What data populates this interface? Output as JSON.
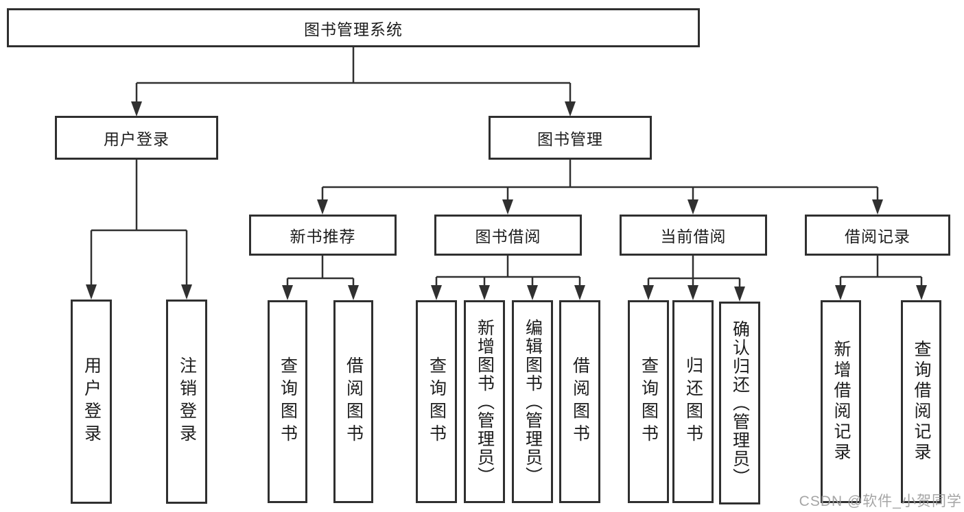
{
  "colors": {
    "background": "#ffffff",
    "line": "#303030",
    "box_border": "#2f2f2f",
    "text": "#1c1c1c",
    "watermark": "#9c9c9c"
  },
  "watermark": {
    "text": "CSDN @软件_小贺同学"
  },
  "tree": {
    "root": {
      "label": "图书管理系统",
      "children": [
        {
          "label": "用户登录",
          "children": [
            {
              "label": "用户登录"
            },
            {
              "label": "注销登录"
            }
          ]
        },
        {
          "label": "图书管理",
          "children": [
            {
              "label": "新书推荐",
              "children": [
                {
                  "label": "查询图书"
                },
                {
                  "label": "借阅图书"
                }
              ]
            },
            {
              "label": "图书借阅",
              "children": [
                {
                  "label": "查询图书"
                },
                {
                  "label": "新增图书（管理员）"
                },
                {
                  "label": "编辑图书（管理员）"
                },
                {
                  "label": "借阅图书"
                }
              ]
            },
            {
              "label": "当前借阅",
              "children": [
                {
                  "label": "查询图书"
                },
                {
                  "label": "归还图书"
                },
                {
                  "label": "确认归还（管理员）"
                }
              ]
            },
            {
              "label": "借阅记录",
              "children": [
                {
                  "label": "新增借阅记录"
                },
                {
                  "label": "查询借阅记录"
                }
              ]
            }
          ]
        }
      ]
    }
  }
}
